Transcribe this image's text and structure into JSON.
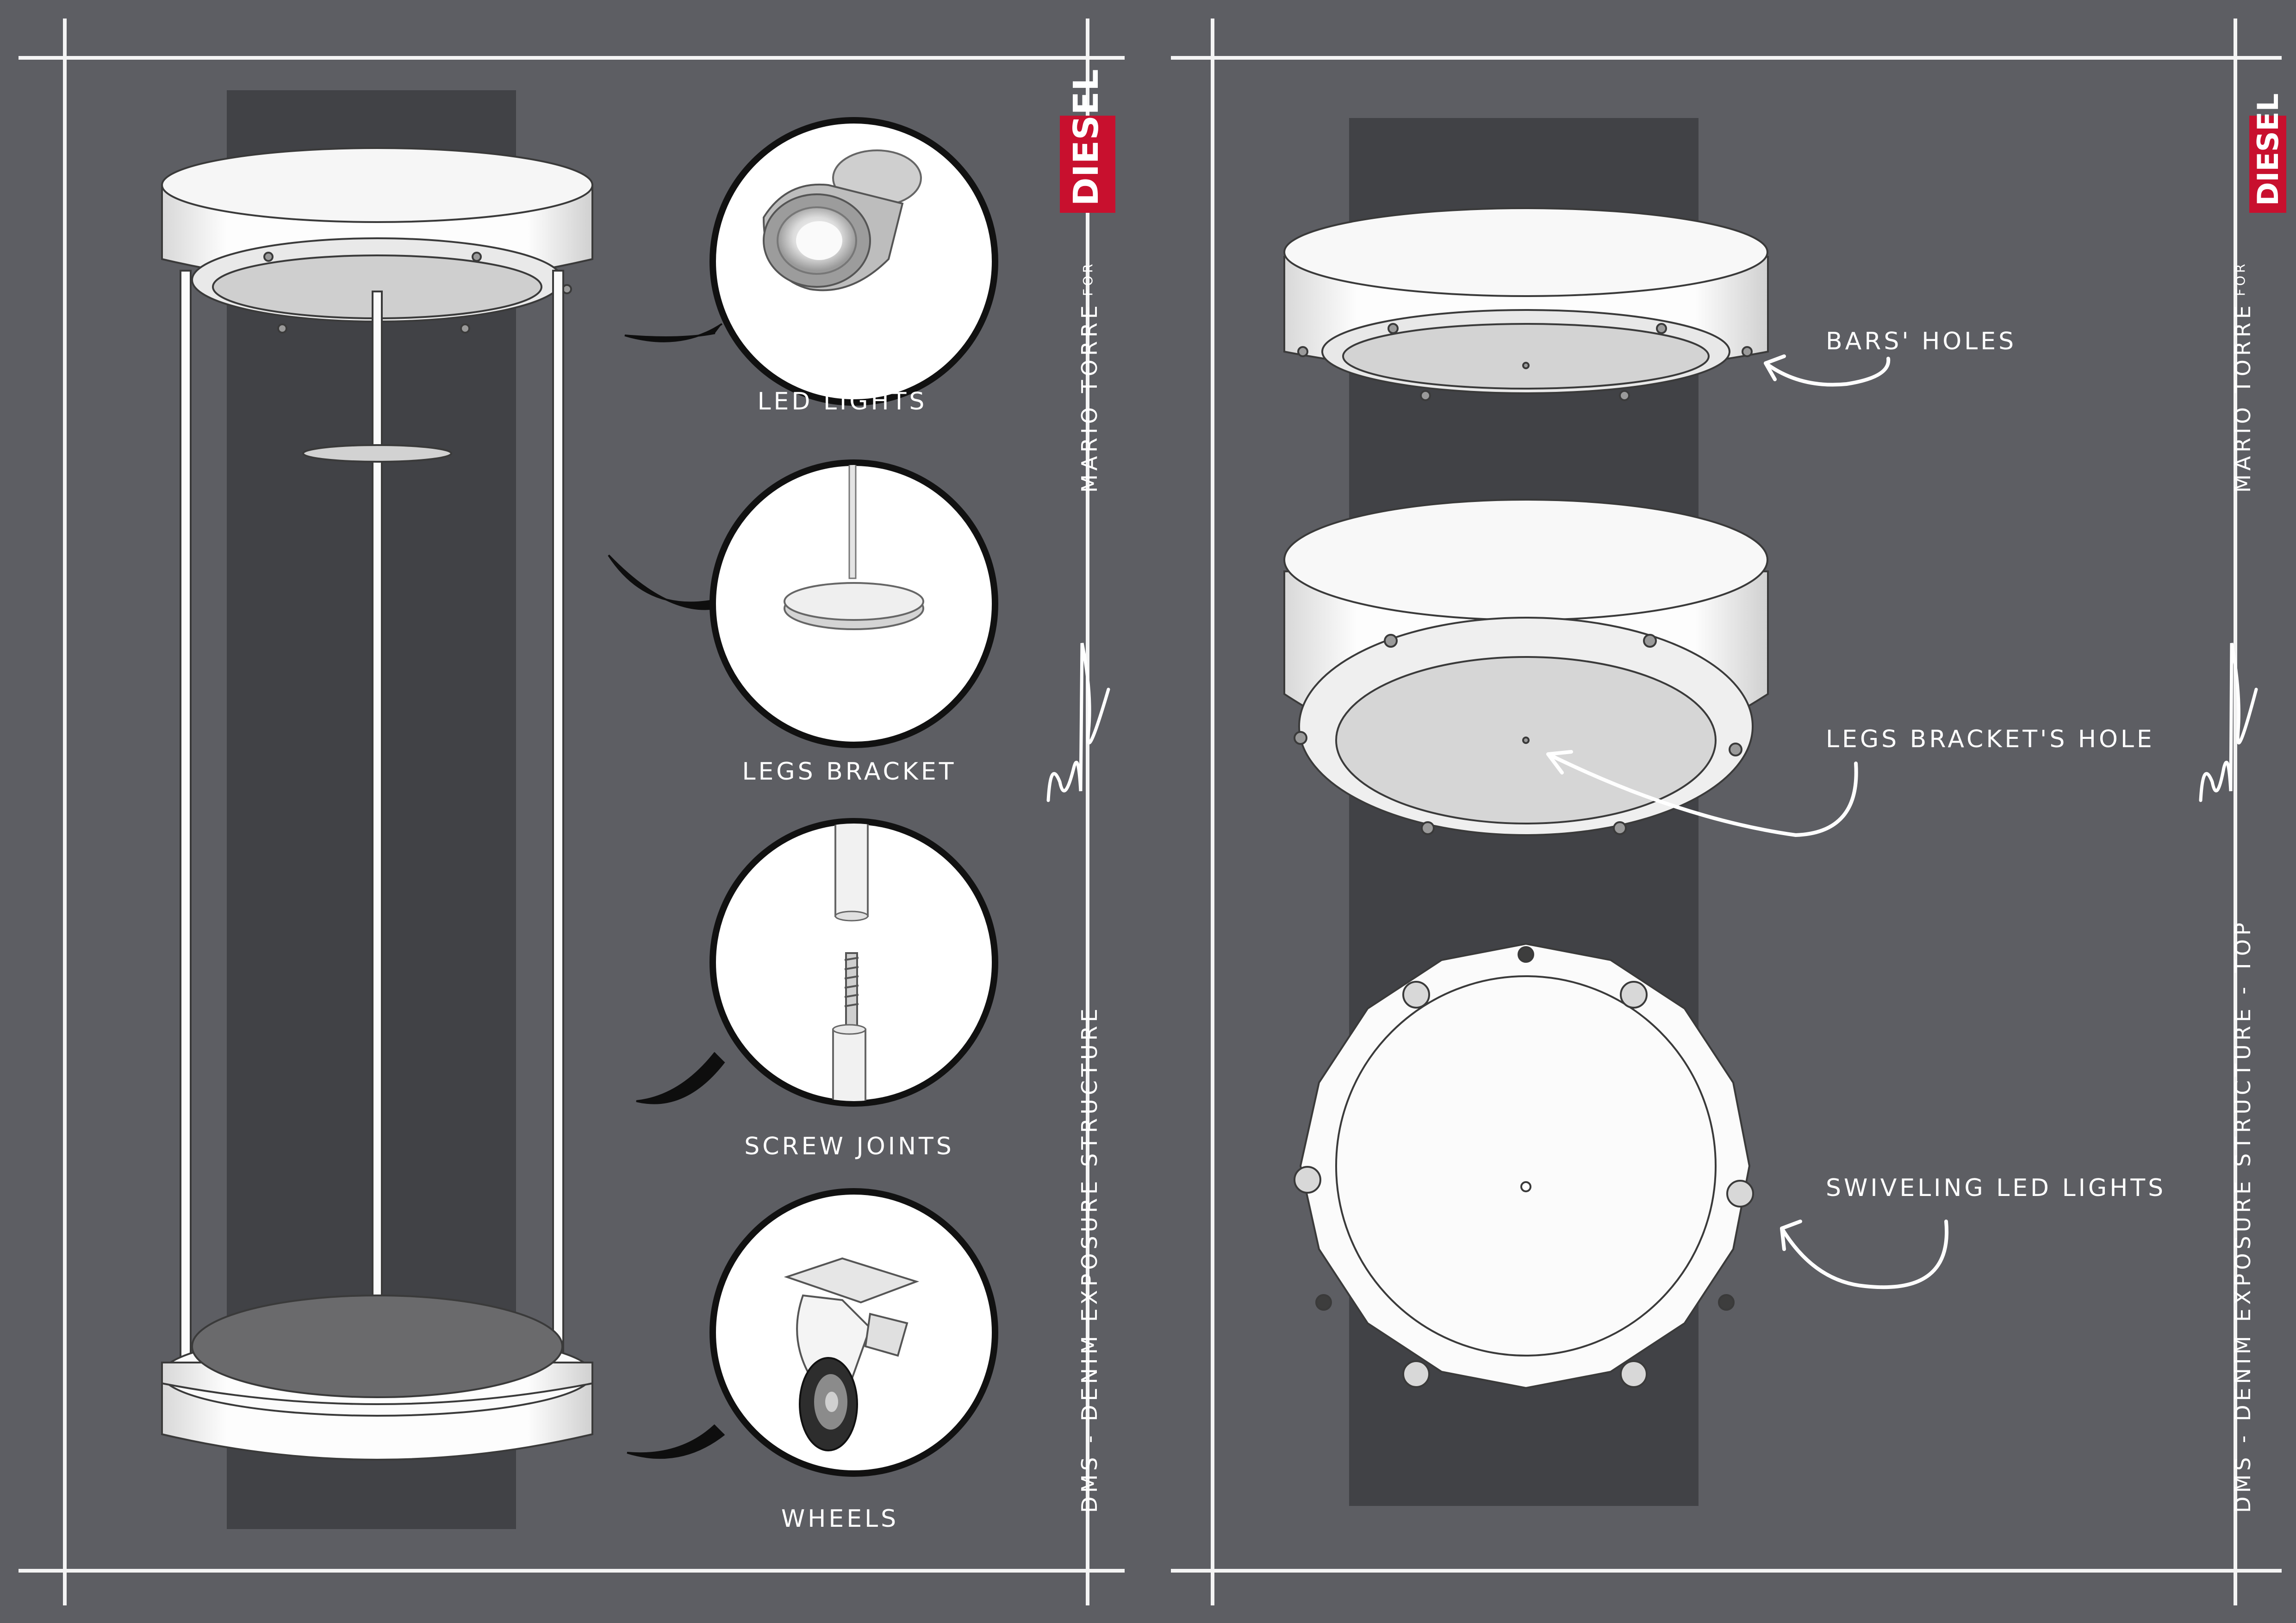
{
  "colors": {
    "background": "#5d5e63",
    "panel": "#414246",
    "frame": "#f4f4f4",
    "part_white": "#fbfbfb",
    "part_grey": "#c8c8c8",
    "outline": "#3a3a3a",
    "brand_red": "#c8102e",
    "annotation": "#ffffff"
  },
  "left_sheet": {
    "callouts": [
      {
        "label": "LED LIGHTS"
      },
      {
        "label": "LEGS BRACKET"
      },
      {
        "label": "SCREW JOINTS"
      },
      {
        "label": "WHEELS"
      }
    ],
    "brand": "DIESEL",
    "title_block": {
      "project": "DMS - DENIM EXPOSURE STRUCTURE",
      "designer": "MARIO TORRE",
      "for": "FOR"
    }
  },
  "right_sheet": {
    "annotations": [
      {
        "label": "BARS' HOLES"
      },
      {
        "label": "LEGS BRACKET'S HOLE"
      },
      {
        "label": "SWIVELING LED LIGHTS"
      }
    ],
    "brand": "DIESEL",
    "title_block": {
      "project": "DMS - DENIM EXPOSURE STRUCTURE - TOP",
      "designer": "MARIO TORRE",
      "for": "FOR"
    }
  },
  "icons": [
    "signature-icon",
    "led-light-icon",
    "bracket-icon",
    "screw-joint-icon",
    "wheel-caster-icon",
    "diesel-logo-icon"
  ]
}
